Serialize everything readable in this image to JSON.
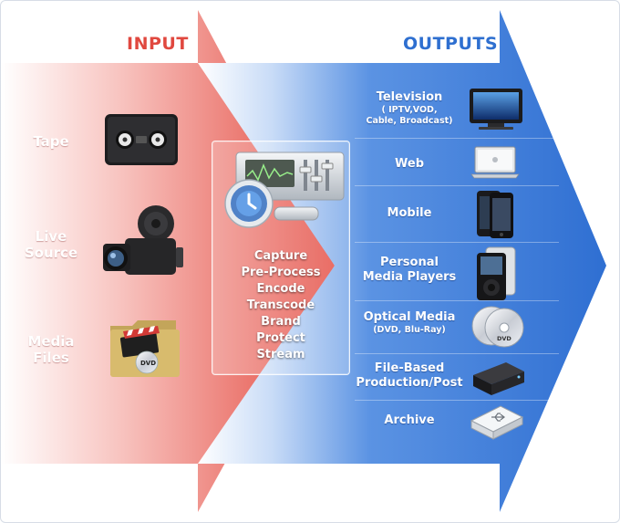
{
  "headers": {
    "input": "INPUT",
    "outputs": "OUTPUTS"
  },
  "inputs": [
    {
      "label": "Tape",
      "icon": "tape-deck-icon"
    },
    {
      "label": "Live\nSource",
      "icon": "video-camera-icon"
    },
    {
      "label": "Media\nFiles",
      "icon": "media-folder-icon"
    }
  ],
  "process": {
    "icon": "encoder-device-icon",
    "steps": [
      "Capture",
      "Pre-Process",
      "Encode",
      "Transcode",
      "Brand",
      "Protect",
      "Stream"
    ]
  },
  "outputs": [
    {
      "label": "Television",
      "sub": "( IPTV,VOD,\nCable, Broadcast)",
      "icon": "television-icon"
    },
    {
      "label": "Web",
      "sub": "",
      "icon": "laptop-icon"
    },
    {
      "label": "Mobile",
      "sub": "",
      "icon": "mobile-phone-icon"
    },
    {
      "label": "Personal\nMedia Players",
      "sub": "",
      "icon": "media-player-icon"
    },
    {
      "label": "Optical Media",
      "sub": "(DVD, Blu-Ray)",
      "icon": "optical-disc-icon"
    },
    {
      "label": "File-Based\nProduction/Post",
      "sub": "",
      "icon": "hard-drive-icon"
    },
    {
      "label": "Archive",
      "sub": "",
      "icon": "usb-storage-icon"
    }
  ],
  "colors": {
    "input_accent": "#e0483f",
    "output_accent": "#2e6fd0"
  }
}
